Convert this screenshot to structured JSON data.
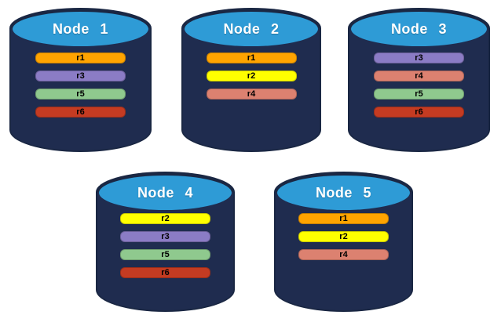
{
  "diagram": {
    "background": "#FFFFFF",
    "cylinder": {
      "body_color": "#1F2C4F",
      "rim_color": "#1A2743",
      "top_color": "#2E9BD6",
      "title_color": "#FFFFFF"
    },
    "replica_colors": {
      "r1": "#FFA400",
      "r2": "#FFFF00",
      "r3": "#8B7CC5",
      "r4": "#DC8170",
      "r5": "#8FC98E",
      "r6": "#C43B22"
    },
    "nodes": [
      {
        "name": "Node 1",
        "replicas": [
          {
            "label": "r1",
            "color": "#FFA400"
          },
          {
            "label": "r3",
            "color": "#8B7CC5"
          },
          {
            "label": "r5",
            "color": "#8FC98E"
          },
          {
            "label": "r6",
            "color": "#C43B22"
          }
        ]
      },
      {
        "name": "Node 2",
        "replicas": [
          {
            "label": "r1",
            "color": "#FFA400"
          },
          {
            "label": "r2",
            "color": "#FFFF00"
          },
          {
            "label": "r4",
            "color": "#DC8170"
          }
        ]
      },
      {
        "name": "Node 3",
        "replicas": [
          {
            "label": "r3",
            "color": "#8B7CC5"
          },
          {
            "label": "r4",
            "color": "#DC8170"
          },
          {
            "label": "r5",
            "color": "#8FC98E"
          },
          {
            "label": "r6",
            "color": "#C43B22"
          }
        ]
      },
      {
        "name": "Node 4",
        "replicas": [
          {
            "label": "r2",
            "color": "#FFFF00"
          },
          {
            "label": "r3",
            "color": "#8B7CC5"
          },
          {
            "label": "r5",
            "color": "#8FC98E"
          },
          {
            "label": "r6",
            "color": "#C43B22"
          }
        ]
      },
      {
        "name": "Node 5",
        "replicas": [
          {
            "label": "r1",
            "color": "#FFA400"
          },
          {
            "label": "r2",
            "color": "#FFFF00"
          },
          {
            "label": "r4",
            "color": "#DC8170"
          }
        ]
      }
    ]
  }
}
